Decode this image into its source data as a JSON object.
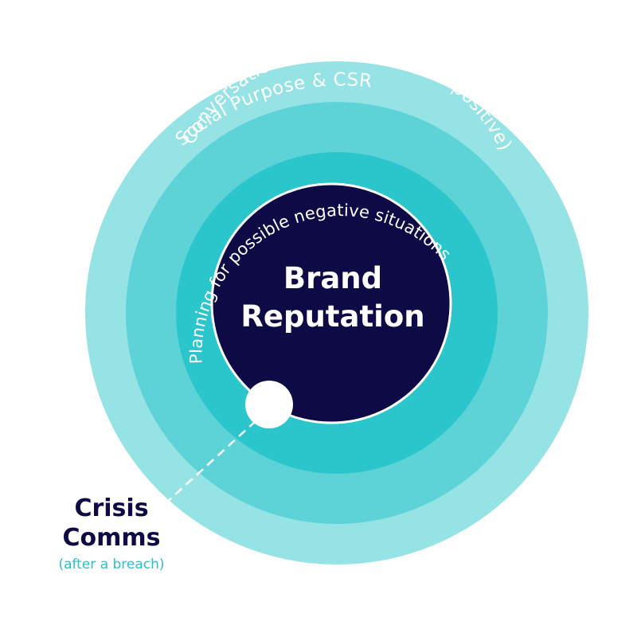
{
  "diagram": {
    "outer_ring_label": "Social Purpose & CSR",
    "middle_ring_label": "Conversations (both negative & positive)",
    "inner_ring_label": "Planning for possible negative situations",
    "center_line1": "Brand",
    "center_line2": "Reputation",
    "callout_title_line1": "Crisis",
    "callout_title_line2": "Comms",
    "callout_subtitle": "(after a breach)"
  },
  "colors": {
    "outer_ring": "#96e3e6",
    "middle_ring": "#5dd3d8",
    "inner_ring": "#2bc6cc",
    "core": "#0d0a45",
    "accent_text": "#2bbfc8",
    "white": "#ffffff"
  }
}
